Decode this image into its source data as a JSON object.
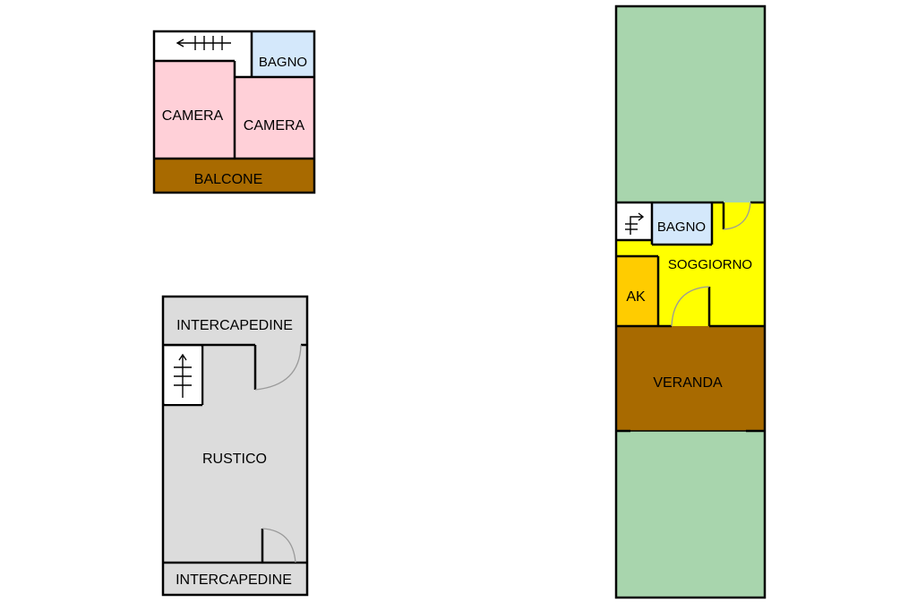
{
  "upper_floor": {
    "rooms": {
      "bagno": "BAGNO",
      "camera_left": "CAMERA",
      "camera_right": "CAMERA",
      "balcone": "BALCONE"
    }
  },
  "basement": {
    "rooms": {
      "intercapedine_top": "INTERCAPEDINE",
      "rustico": "RUSTICO",
      "intercapedine_bottom": "INTERCAPEDINE"
    }
  },
  "ground_floor": {
    "rooms": {
      "bagno": "BAGNO",
      "soggiorno": "SOGGIORNO",
      "ak": "AK",
      "veranda": "VERANDA"
    }
  },
  "colors": {
    "camera": "#ffd0d8",
    "bagno": "#d4e8fb",
    "balcone": "#a86a00",
    "rustico": "#dcdcdc",
    "garden": "#a8d5ad",
    "soggiorno": "#ffff00",
    "ak": "#ffcc00",
    "veranda": "#a86a00"
  }
}
